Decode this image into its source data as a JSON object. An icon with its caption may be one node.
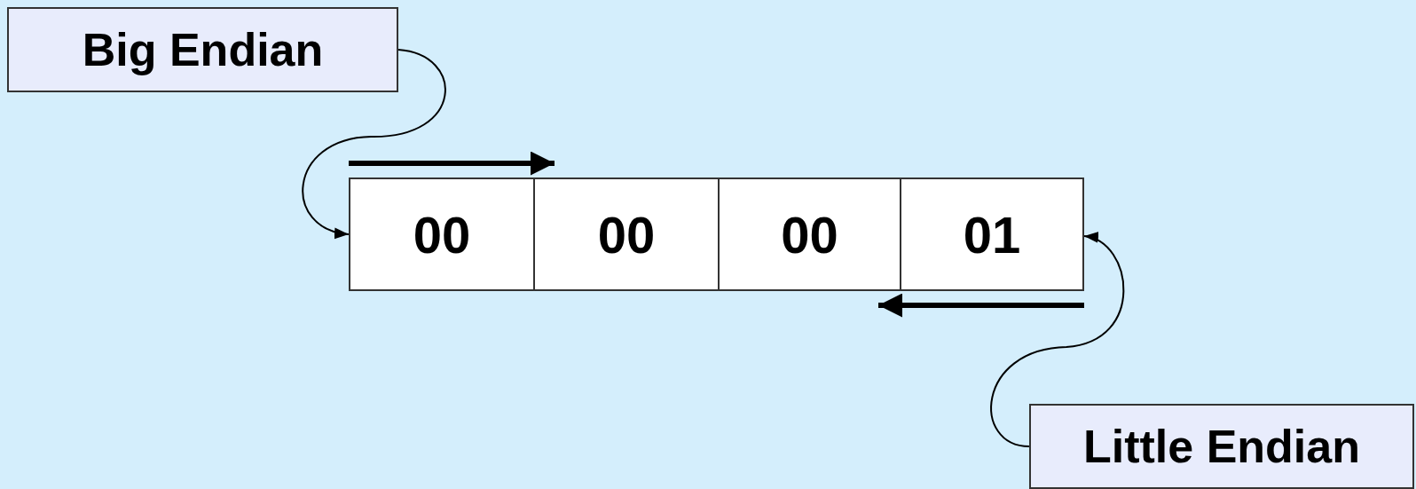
{
  "diagram": {
    "nodes": [
      {
        "text": [
          "Big Endian"
        ]
      },
      {
        "text": [
          "00"
        ]
      },
      {
        "text": [
          "00"
        ]
      },
      {
        "text": [
          "00"
        ]
      },
      {
        "text": [
          "01"
        ]
      },
      {
        "text": [
          "Little Endian"
        ]
      }
    ],
    "edges": [
      {
        "from": 0,
        "to": 1,
        "arrow": "to"
      },
      {
        "from": 5,
        "to": 4,
        "arrow": "to"
      }
    ]
  }
}
